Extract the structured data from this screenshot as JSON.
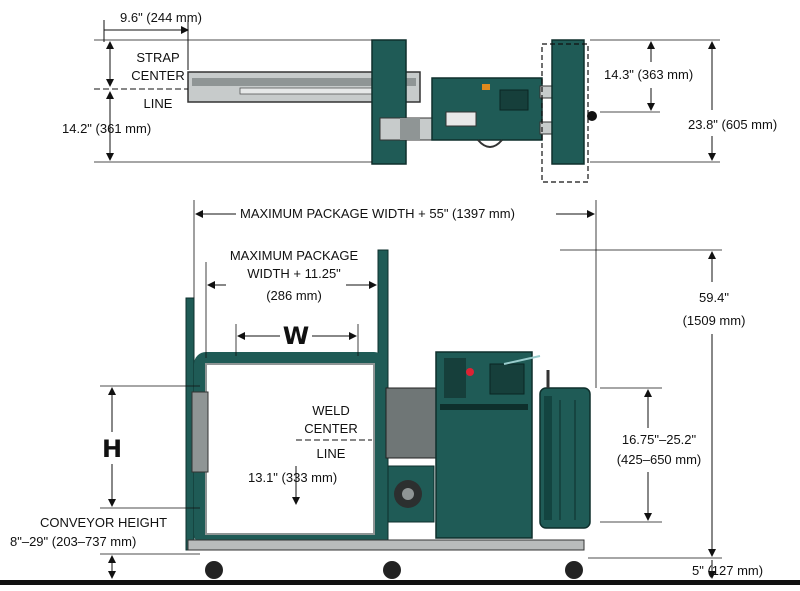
{
  "top_view": {
    "offset": "9.6\" (244 mm)",
    "strap_center_line": [
      "STRAP",
      "CENTER",
      "LINE"
    ],
    "depth_left": "14.2\" (361 mm)",
    "depth_right_inner": "14.3\" (363 mm)",
    "depth_right_total": "23.8\" (605 mm)"
  },
  "side_view": {
    "max_width_total": "MAXIMUM PACKAGE WIDTH + 55\" (1397 mm)",
    "max_width_inner": [
      "MAXIMUM PACKAGE",
      "WIDTH + 11.25\"",
      "(286 mm)"
    ],
    "width_symbol": "W",
    "height_symbol": "H",
    "weld_center_line": [
      "WELD",
      "CENTER",
      "LINE"
    ],
    "weld_height": "13.1\" (333 mm)",
    "conveyor_height": [
      "CONVEYOR HEIGHT",
      "8\"–29\" (203–737 mm)"
    ],
    "overall_height": [
      "59.4\"",
      "(1509 mm)"
    ],
    "dispenser_height": [
      "16.75\"–25.2\"",
      "(425–650 mm)"
    ],
    "ground_clearance": "5\" (127 mm)"
  },
  "colors": {
    "machine_green": "#1f5b56",
    "machine_dark": "#123a36",
    "rail_gray": "#b9bcbc",
    "dim_line": "#111111"
  }
}
